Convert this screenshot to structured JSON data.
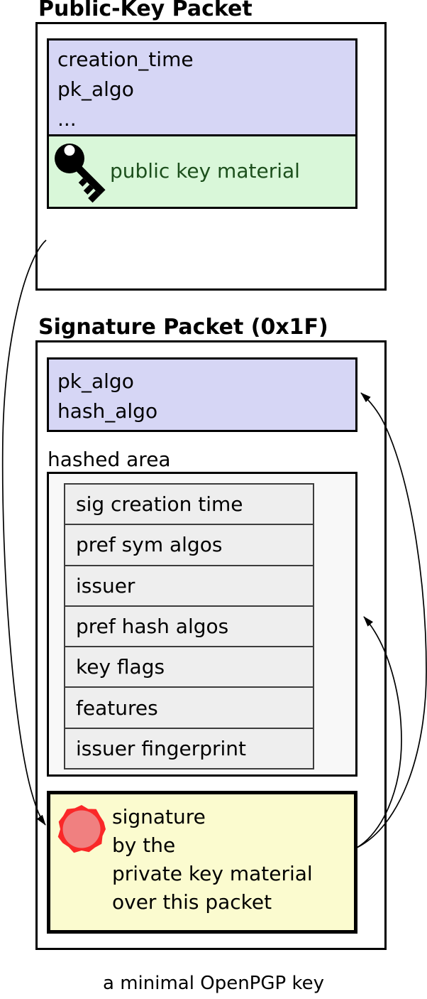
{
  "page": {
    "caption": "a minimal OpenPGP key"
  },
  "colors": {
    "field_header_bg": "#d6d6f5",
    "key_material_bg": "#d9f7d9",
    "key_material_text": "#1c4f1c",
    "hashed_area_bg": "#f8f8f8",
    "subpacket_row_bg": "#eeeeee",
    "signature_bg": "#fbfbcf",
    "seal_ring": "#fa2828",
    "seal_fill": "#f08080"
  },
  "public_key_packet": {
    "title": "Public-Key Packet",
    "header_fields": [
      "creation_time",
      "pk_algo",
      "..."
    ],
    "material_icon": "key-icon",
    "material_label": "public key material"
  },
  "signature_packet": {
    "title": "Signature Packet (0x1F)",
    "header_fields": [
      "pk_algo",
      "hash_algo"
    ],
    "hashed_area_label": "hashed area",
    "subpackets": [
      "sig creation time",
      "pref sym algos",
      "issuer",
      "pref hash algos",
      "key flags",
      "features",
      "issuer fingerprint"
    ],
    "signature_icon": "seal-icon",
    "signature_lines": [
      "signature",
      "by the",
      "private key material",
      "over this packet"
    ]
  }
}
